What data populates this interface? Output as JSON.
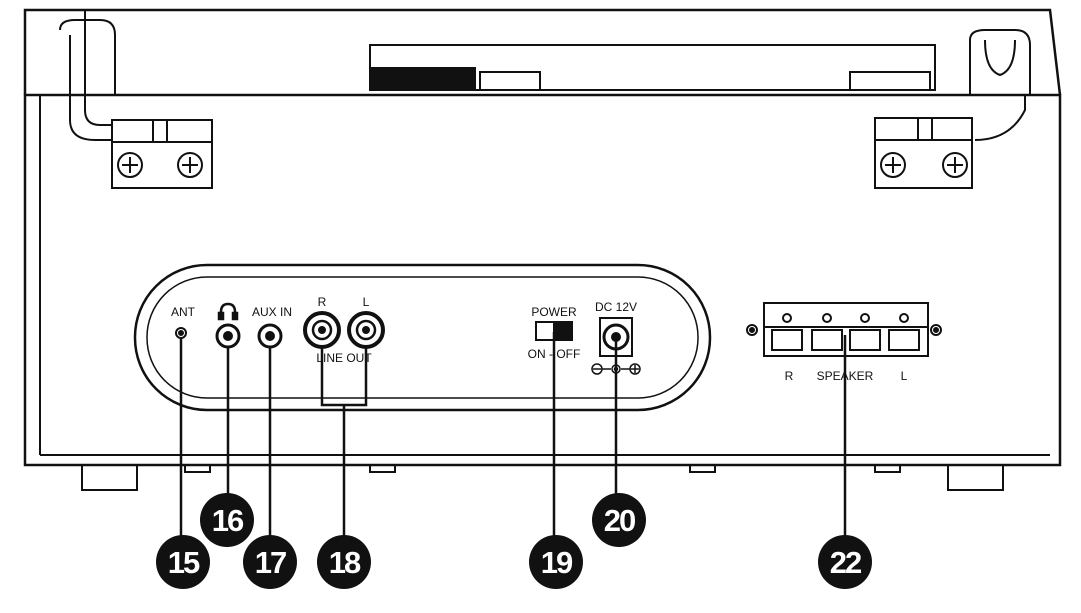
{
  "labels": {
    "ant": "ANT",
    "aux_in": "AUX IN",
    "line_out_r": "R",
    "line_out_l": "L",
    "line_out": "LINE OUT",
    "power": "POWER",
    "power_on_off": "ON - OFF",
    "dc": "DC 12V",
    "speaker_r": "R",
    "speaker": "SPEAKER",
    "speaker_l": "L"
  },
  "callouts": {
    "c15": "15",
    "c16": "16",
    "c17": "17",
    "c18": "18",
    "c19": "19",
    "c20": "20",
    "c22": "22"
  },
  "icons": {
    "headphone": "headphone-icon",
    "dc_polarity": "dc-polarity-icon"
  },
  "colors": {
    "line": "#111111",
    "callout_fill": "#111111",
    "callout_text": "#ffffff",
    "background": "#ffffff"
  }
}
